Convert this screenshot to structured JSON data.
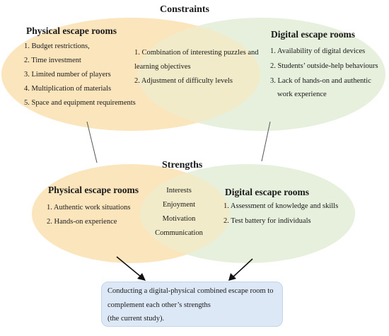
{
  "constraints": {
    "heading": "Constraints",
    "physical": {
      "title": "Physical escape rooms",
      "items": [
        "1. Budget restrictions,",
        "2. Time investment",
        "3. Limited number of players",
        "4. Multiplication of materials",
        "5. Space and equipment requirements"
      ]
    },
    "shared": {
      "item1_line1": "1. Combination of interesting puzzles and",
      "item1_line2": "learning objectives",
      "item2": "2. Adjustment of difficulty levels"
    },
    "digital": {
      "title": "Digital escape rooms",
      "items": [
        "1. Availability of digital devices",
        "2. Students’ outside-help behaviours"
      ],
      "item3_line1": "3. Lack of hands-on and authentic",
      "item3_line2": "work experience"
    }
  },
  "strengths": {
    "heading": "Strengths",
    "physical": {
      "title": "Physical escape rooms",
      "items": [
        "1. Authentic work situations",
        "2. Hands-on experience"
      ]
    },
    "shared": [
      "Interests",
      "Enjoyment",
      "Motivation",
      "Communication"
    ],
    "digital": {
      "title": "Digital escape rooms",
      "items": [
        "1. Assessment of knowledge and skills",
        "2. Test battery for individuals"
      ]
    }
  },
  "result": {
    "line1": "Conducting a digital-physical combined escape room to",
    "line2": "complement each other’s strengths",
    "line3": "(the current study)."
  },
  "colors": {
    "physical_fill": "#fbe5bd",
    "digital_fill": "#e6f0dd",
    "overlap_fill": "#f1ebc9",
    "result_fill": "#dce8f6"
  }
}
